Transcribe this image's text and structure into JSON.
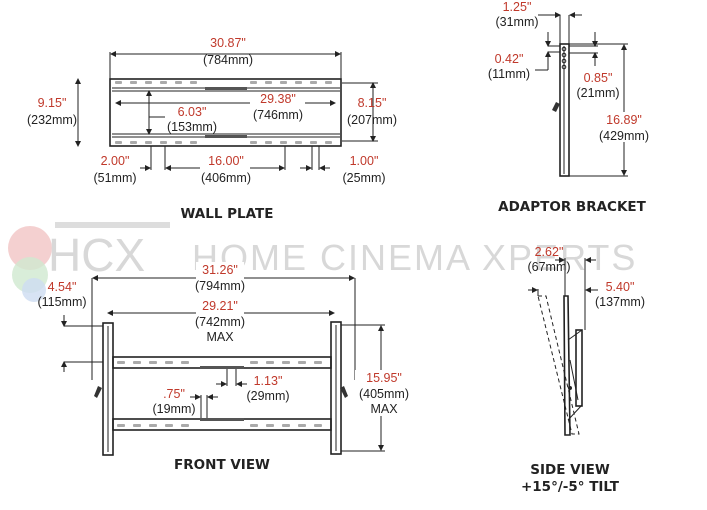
{
  "watermark": {
    "logo": "HCX",
    "text": "HOME CINEMA XPERTS",
    "colors": {
      "red": "#e9a3a3",
      "green": "#a8d5a8",
      "blue": "#a9c4e6",
      "gray": "#d8d8d8"
    }
  },
  "accent_color": "#c0392b",
  "wall_plate": {
    "title": "WALL PLATE",
    "width_in": "30.87\"",
    "width_mm": "(784mm)",
    "height_in": "9.15\"",
    "height_mm": "(232mm)",
    "inner_width_in": "29.38\"",
    "inner_width_mm": "(746mm)",
    "inner_height_in": "6.03\"",
    "inner_height_mm": "(153mm)",
    "right_height_in": "8.15\"",
    "right_height_mm": "(207mm)",
    "left_offset_in": "2.00\"",
    "left_offset_mm": "(51mm)",
    "hole_spacing_in": "16.00\"",
    "hole_spacing_mm": "(406mm)",
    "right_offset_in": "1.00\"",
    "right_offset_mm": "(25mm)"
  },
  "adaptor_bracket": {
    "title": "ADAPTOR BRACKET",
    "width_in": "1.25\"",
    "width_mm": "(31mm)",
    "top_offset_in": "0.42\"",
    "top_offset_mm": "(11mm)",
    "hole_offset_in": "0.85\"",
    "hole_offset_mm": "(21mm)",
    "length_in": "16.89\"",
    "length_mm": "(429mm)"
  },
  "front_view": {
    "title": "FRONT VIEW",
    "overall_width_in": "31.26\"",
    "overall_width_mm": "(794mm)",
    "max_width_in": "29.21\"",
    "max_width_mm": "(742mm)",
    "max_width_label": "MAX",
    "side_offset_in": "4.54\"",
    "side_offset_mm": "(115mm)",
    "height_in": "15.95\"",
    "height_mm": "(405mm)",
    "height_label": "MAX",
    "slot_a_in": "1.13\"",
    "slot_a_mm": "(29mm)",
    "slot_b_in": ".75\"",
    "slot_b_mm": "(19mm)"
  },
  "side_view": {
    "title": "SIDE VIEW",
    "subtitle": "+15°/-5° TILT",
    "depth_min_in": "2.62\"",
    "depth_min_mm": "(67mm)",
    "depth_max_in": "5.40\"",
    "depth_max_mm": "(137mm)"
  }
}
